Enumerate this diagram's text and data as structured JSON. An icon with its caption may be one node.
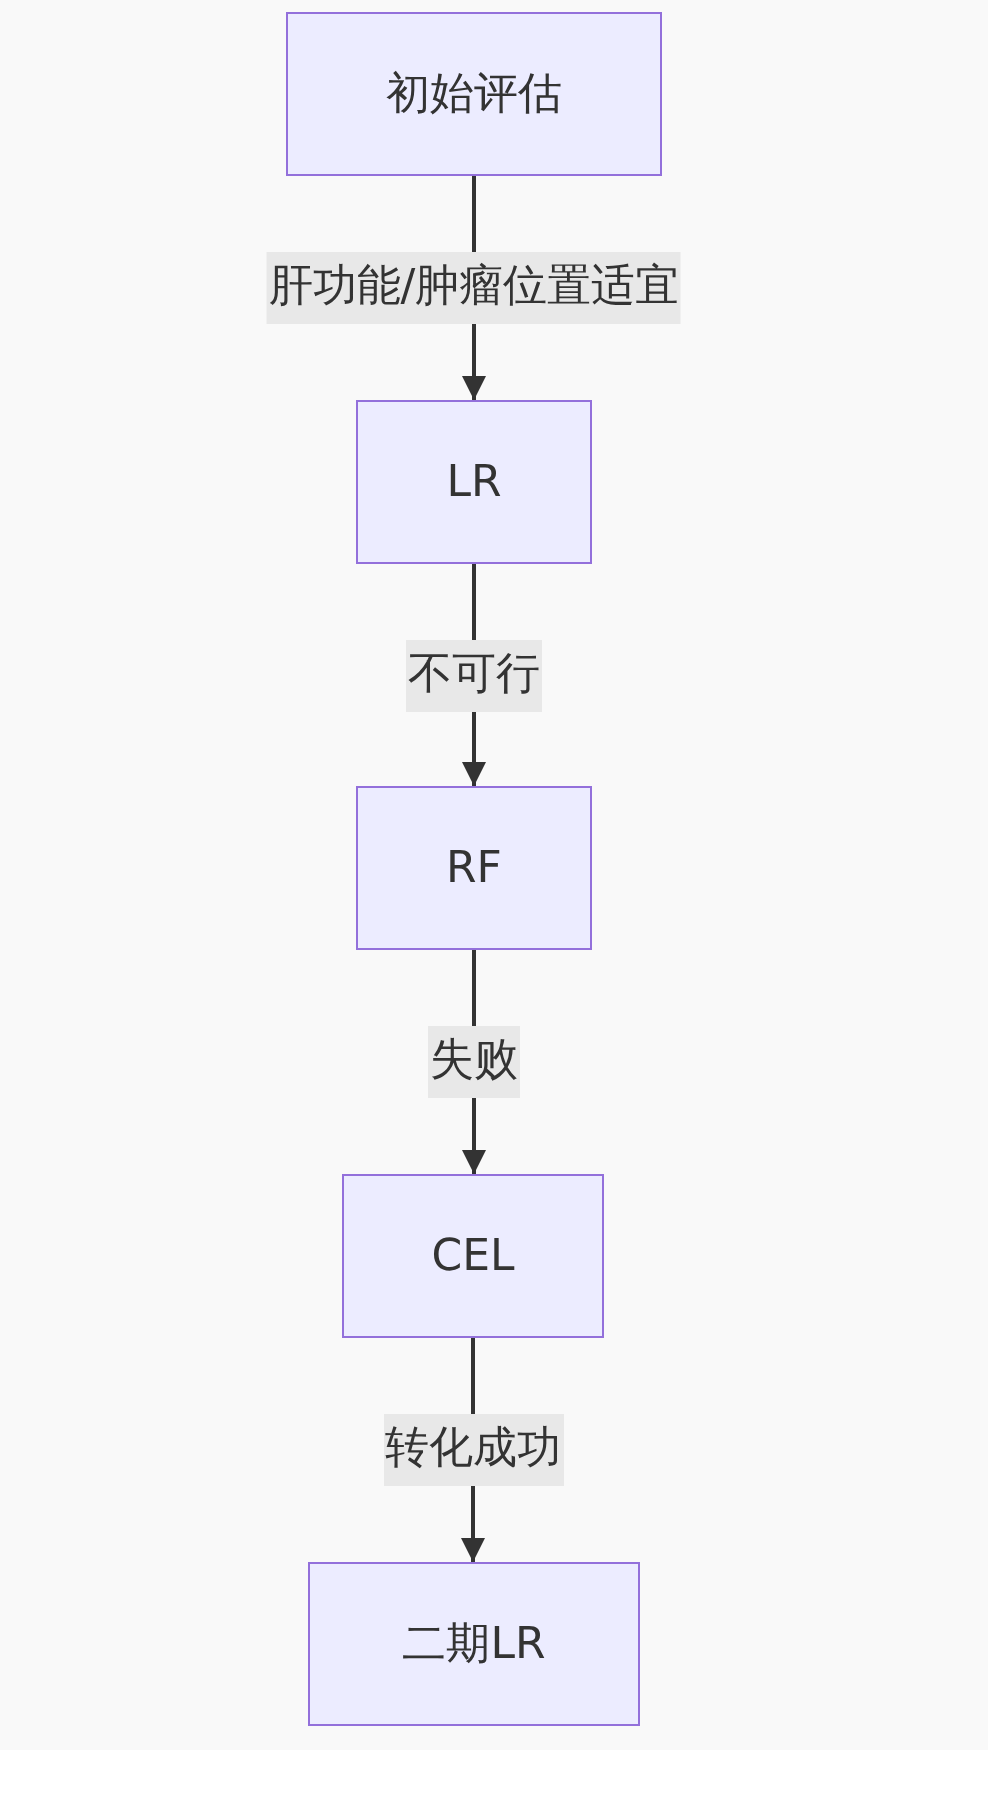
{
  "diagram": {
    "nodes": [
      {
        "text": [
          "初始评估"
        ]
      },
      {
        "text": [
          "LR"
        ]
      },
      {
        "text": [
          "RF"
        ]
      },
      {
        "text": [
          "CEL"
        ]
      },
      {
        "text": [
          "二期LR"
        ]
      }
    ],
    "edges": [
      {
        "from": 0,
        "to": 1,
        "arrow": "to",
        "label": "肝功能/肿瘤位置适宜"
      },
      {
        "from": 1,
        "to": 2,
        "arrow": "to",
        "label": "不可行"
      },
      {
        "from": 2,
        "to": 3,
        "arrow": "to",
        "label": "失败"
      },
      {
        "from": 3,
        "to": 4,
        "arrow": "to",
        "label": "转化成功"
      }
    ]
  }
}
